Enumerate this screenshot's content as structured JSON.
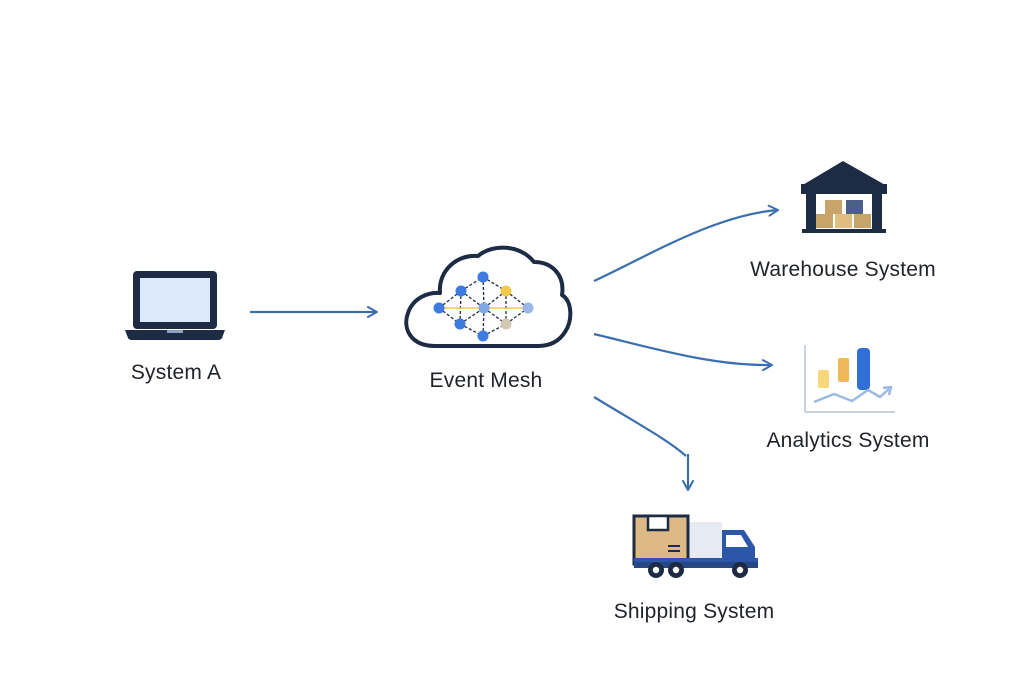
{
  "nodes": {
    "system_a": {
      "label": "System A",
      "icon": "laptop-icon"
    },
    "event_mesh": {
      "label": "Event Mesh",
      "icon": "cloud-network-icon"
    },
    "warehouse": {
      "label": "Warehouse System",
      "icon": "warehouse-icon"
    },
    "analytics": {
      "label": "Analytics System",
      "icon": "bar-chart-icon"
    },
    "shipping": {
      "label": "Shipping System",
      "icon": "delivery-truck-icon"
    }
  },
  "edges": [
    {
      "from": "System A",
      "to": "Event Mesh"
    },
    {
      "from": "Event Mesh",
      "to": "Warehouse System"
    },
    {
      "from": "Event Mesh",
      "to": "Analytics System"
    },
    {
      "from": "Event Mesh",
      "to": "Shipping System"
    }
  ],
  "colors": {
    "arrow": "#3b6fb0",
    "dark_navy": "#1e2b45",
    "screen_fill": "#dce9fa",
    "box_tan": "#c8a46a",
    "box_blue": "#4b5f8a",
    "node_blue": "#3d7be0",
    "node_yellow": "#f3c94a",
    "chart_yellow": "#f7d77a",
    "chart_orange": "#efb85a",
    "chart_blue": "#2f6fd6",
    "truck_blue": "#2c56a8"
  }
}
